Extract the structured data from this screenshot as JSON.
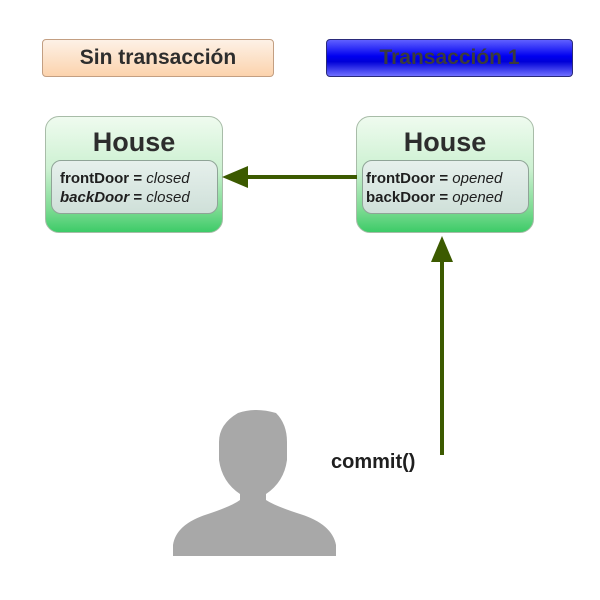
{
  "labels": {
    "no_transaction": "Sin transacción",
    "transaction": "Transacción 1"
  },
  "houses": [
    {
      "title": "House",
      "fields": [
        {
          "name": "frontDoor",
          "eq": " = ",
          "value": "closed"
        },
        {
          "name": "backDoor",
          "eq": " = ",
          "value": "closed"
        }
      ]
    },
    {
      "title": "House",
      "fields": [
        {
          "name": "frontDoor",
          "eq": " = ",
          "value": "opened"
        },
        {
          "name": "backDoor",
          "eq": " = ",
          "value": "opened"
        }
      ]
    }
  ],
  "action": {
    "label": "commit()"
  },
  "colors": {
    "arrow": "#3c5a00",
    "person": "#a8a8a8"
  }
}
